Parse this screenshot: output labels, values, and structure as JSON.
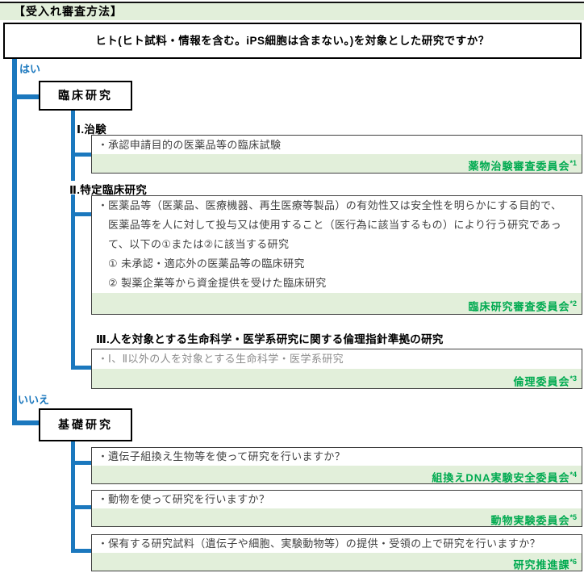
{
  "header": {
    "title": "【受入れ審査方法】"
  },
  "root": {
    "question": "ヒト(ヒト試料・情報を含む。iPS細胞は含まない。)を対象とした研究ですか？",
    "yes_label": "はい",
    "no_label": "いいえ"
  },
  "bullet": "・",
  "clinical": {
    "label": "臨床研究",
    "sections": [
      {
        "heading": "Ⅰ.治験",
        "lines": [
          "承認申請目的の医薬品等の臨床試験"
        ],
        "committee": "薬物治験審査委員会",
        "note": "*1"
      },
      {
        "heading": "Ⅱ.特定臨床研究",
        "lines": [
          "医薬品等（医薬品、医療機器、再生医療等製品）の有効性又は安全性を明らかにする目的で、",
          "医薬品等を人に対して投与又は使用すること（医行為に該当するもの）により行う研究であっ",
          "て、以下の①または②に該当する研究",
          "① 未承認・適応外の医薬品等の臨床研究",
          "② 製薬企業等から資金提供を受けた臨床研究"
        ],
        "committee": "臨床研究審査委員会",
        "note": "*2"
      },
      {
        "heading": "Ⅲ.人を対象とする生命科学・医学系研究に関する倫理指針準拠の研究",
        "lines": [
          "Ⅰ、Ⅱ以外の人を対象とする生命科学・医学系研究"
        ],
        "committee": "倫理委員会",
        "note": "*3"
      }
    ]
  },
  "basic": {
    "label": "基礎研究",
    "items": [
      {
        "line": "遺伝子組換え生物等を使って研究を行いますか？",
        "committee": "組換えDNA実験安全委員会",
        "note": "*4"
      },
      {
        "line": "動物を使って研究を行いますか？",
        "committee": "動物実験委員会",
        "note": "*5"
      },
      {
        "line": "保有する研究試料（遺伝子や細胞、実験動物等）の提供・受領の上で研究を行いますか？",
        "committee": "研究推進課",
        "note": "*6"
      }
    ]
  },
  "colors": {
    "accent_blue": "#1B78BE",
    "panel_green": "#E2EFDA",
    "committee_green": "#00AA50",
    "muted_gray": "#8C8C8C"
  }
}
